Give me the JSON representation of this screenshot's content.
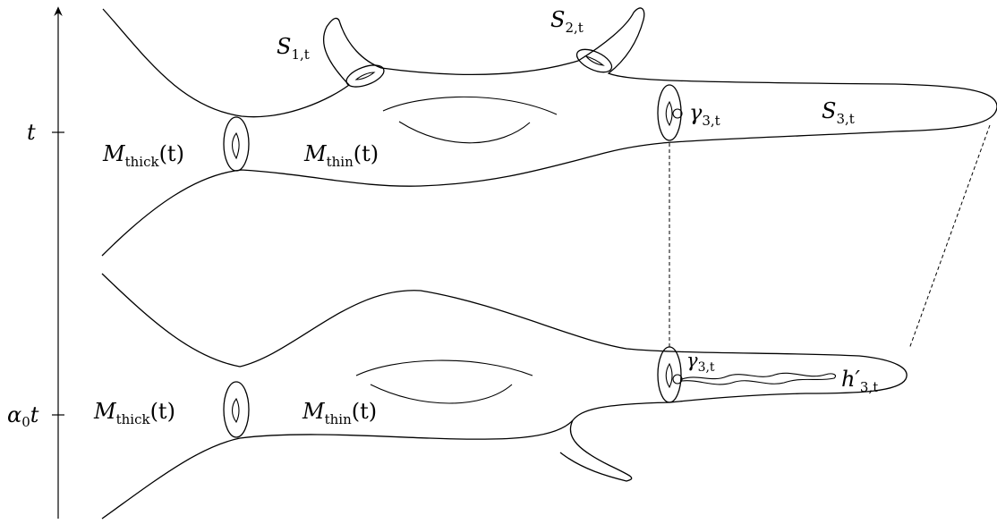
{
  "axis": {
    "tick_upper": "t",
    "tick_lower_coef": "α",
    "tick_lower_sub": "0",
    "tick_lower_var": "t"
  },
  "upper": {
    "thick_main": "M",
    "thick_sub": "thick",
    "thick_arg": "(t)",
    "thin_main": "M",
    "thin_sub": "thin",
    "thin_arg": "(t)",
    "s1_main": "S",
    "s1_sub": "1,t",
    "s2_main": "S",
    "s2_sub": "2,t",
    "s3_main": "S",
    "s3_sub": "3,t",
    "gamma_main": "γ",
    "gamma_sub": "3,t"
  },
  "lower": {
    "thick_main": "M",
    "thick_sub": "thick",
    "thick_arg": "(t)",
    "thin_main": "M",
    "thin_sub": "thin",
    "thin_arg": "(t)",
    "gamma_main": "γ",
    "gamma_sub": "3,t",
    "h_main": "h′",
    "h_sub": "3,t"
  }
}
